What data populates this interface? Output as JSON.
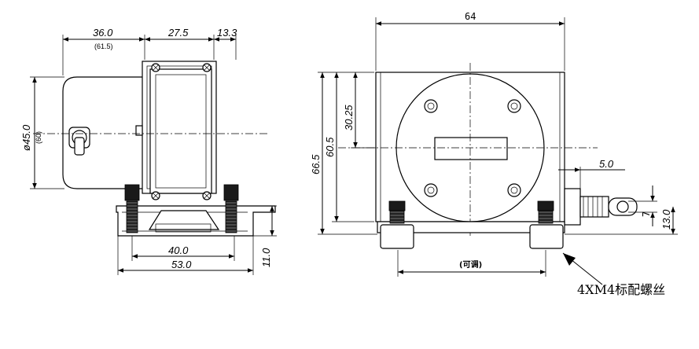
{
  "side_view": {
    "dim_top_1": "36.0",
    "dim_top_1_alt": "(61.5)",
    "dim_top_2": "27.5",
    "dim_top_3": "13.3",
    "dim_diameter": "ø45.0",
    "dim_diameter_alt": "(60)",
    "dim_inner_width": "40.0",
    "dim_base_width": "53.0",
    "dim_base_height": "11.0"
  },
  "front_view": {
    "dim_width": "64",
    "dim_height_total": "66.5",
    "dim_height_center": "60.5",
    "dim_top_to_center": "30.25",
    "dim_shaft_offset": "5.0",
    "dim_hole": "7",
    "dim_shaft_height": "13.0",
    "adjustable_label": "(可调)"
  },
  "callout": {
    "text": "4XM4标配螺丝"
  }
}
